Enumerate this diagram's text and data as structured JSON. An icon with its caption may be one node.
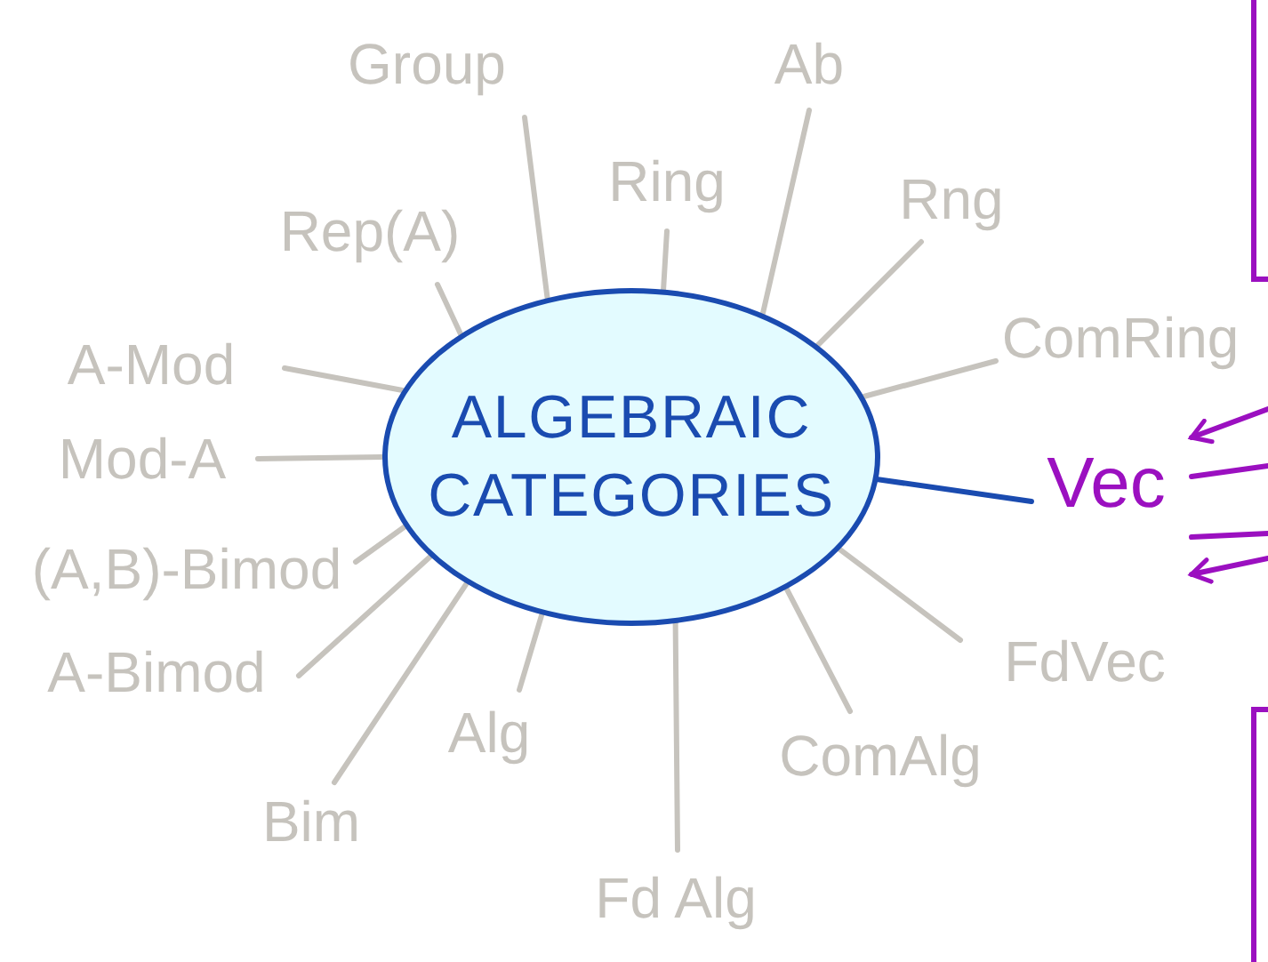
{
  "diagram": {
    "nodes": [
      {
        "text": [
          "ALGEBRAIC CATEGORIES"
        ]
      },
      {
        "text": [
          "Group"
        ]
      },
      {
        "text": [
          "Ab"
        ]
      },
      {
        "text": [
          "Ring"
        ]
      },
      {
        "text": [
          "Rep(A)"
        ]
      },
      {
        "text": [
          "Rng"
        ]
      },
      {
        "text": [
          "A-Mod"
        ]
      },
      {
        "text": [
          "ComRing"
        ]
      },
      {
        "text": [
          "Mod-A"
        ]
      },
      {
        "text": [
          "Vec"
        ]
      },
      {
        "text": [
          "(A,B)-Bimod"
        ]
      },
      {
        "text": [
          "A-Bimod"
        ]
      },
      {
        "text": [
          "FdVec"
        ]
      },
      {
        "text": [
          "Bim"
        ]
      },
      {
        "text": [
          "Alg"
        ]
      },
      {
        "text": [
          "ComAlg"
        ]
      },
      {
        "text": [
          "Fd Alg"
        ]
      }
    ],
    "edges": [
      {
        "from": 0,
        "to": 1,
        "arrow": "none"
      },
      {
        "from": 0,
        "to": 2,
        "arrow": "none"
      },
      {
        "from": 0,
        "to": 3,
        "arrow": "none"
      },
      {
        "from": 0,
        "to": 4,
        "arrow": "none"
      },
      {
        "from": 0,
        "to": 5,
        "arrow": "none"
      },
      {
        "from": 0,
        "to": 6,
        "arrow": "none"
      },
      {
        "from": 0,
        "to": 7,
        "arrow": "none"
      },
      {
        "from": 0,
        "to": 8,
        "arrow": "none"
      },
      {
        "from": 0,
        "to": 9,
        "arrow": "none",
        "color": "#1a4bb0"
      },
      {
        "from": 0,
        "to": 10,
        "arrow": "none"
      },
      {
        "from": 0,
        "to": 11,
        "arrow": "none"
      },
      {
        "from": 0,
        "to": 12,
        "arrow": "none"
      },
      {
        "from": 0,
        "to": 13,
        "arrow": "none"
      },
      {
        "from": 0,
        "to": 14,
        "arrow": "none"
      },
      {
        "from": 0,
        "to": 15,
        "arrow": "none"
      },
      {
        "from": 0,
        "to": 16,
        "arrow": "none"
      },
      {
        "from": null,
        "to": 9,
        "arrow": "to",
        "color": "#9b10c0"
      },
      {
        "from": null,
        "to": 9,
        "arrow": "none",
        "color": "#9b10c0"
      },
      {
        "from": null,
        "to": 9,
        "arrow": "none",
        "color": "#9b10c0"
      },
      {
        "from": null,
        "to": 9,
        "arrow": "to",
        "color": "#9b10c0"
      }
    ]
  }
}
